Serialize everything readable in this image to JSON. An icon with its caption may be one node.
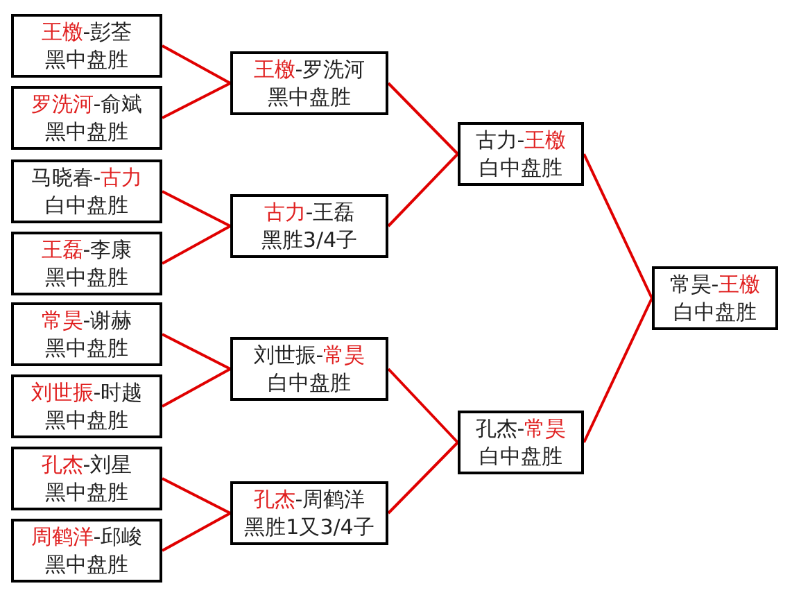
{
  "diagram": {
    "nodes": [
      {
        "text": [
          "**王檄**-彭荃",
          "黑中盘胜"
        ]
      },
      {
        "text": [
          "**罗洗河**-俞斌",
          "黑中盘胜"
        ]
      },
      {
        "text": [
          "马晓春-**古力**",
          "白中盘胜"
        ]
      },
      {
        "text": [
          "**王磊**-李康",
          "黑中盘胜"
        ]
      },
      {
        "text": [
          "**常昊**-谢赫",
          "黑中盘胜"
        ]
      },
      {
        "text": [
          "**刘世振**-时越",
          "黑中盘胜"
        ]
      },
      {
        "text": [
          "**孔杰**-刘星",
          "黑中盘胜"
        ]
      },
      {
        "text": [
          "**周鹤洋**-邱峻",
          "黑中盘胜"
        ]
      },
      {
        "text": [
          "**王檄**-罗洗河",
          "黑中盘胜"
        ]
      },
      {
        "text": [
          "**古力**-王磊",
          "黑胜3/4子"
        ]
      },
      {
        "text": [
          "刘世振-**常昊**",
          "白中盘胜"
        ]
      },
      {
        "text": [
          "**孔杰**-周鹤洋",
          "黑胜1又3/4子"
        ]
      },
      {
        "text": [
          "古力-**王檄**",
          "白中盘胜"
        ]
      },
      {
        "text": [
          "孔杰-**常昊**",
          "白中盘胜"
        ]
      },
      {
        "text": [
          "常昊-**王檄**",
          "白中盘胜"
        ]
      }
    ],
    "edges": [
      {
        "from": 0,
        "to": 8,
        "arrow": "none"
      },
      {
        "from": 1,
        "to": 8,
        "arrow": "none"
      },
      {
        "from": 2,
        "to": 9,
        "arrow": "none"
      },
      {
        "from": 3,
        "to": 9,
        "arrow": "none"
      },
      {
        "from": 4,
        "to": 10,
        "arrow": "none"
      },
      {
        "from": 5,
        "to": 10,
        "arrow": "none"
      },
      {
        "from": 6,
        "to": 11,
        "arrow": "none"
      },
      {
        "from": 7,
        "to": 11,
        "arrow": "none"
      },
      {
        "from": 8,
        "to": 12,
        "arrow": "none"
      },
      {
        "from": 9,
        "to": 12,
        "arrow": "none"
      },
      {
        "from": 10,
        "to": 13,
        "arrow": "none"
      },
      {
        "from": 11,
        "to": 13,
        "arrow": "none"
      },
      {
        "from": 12,
        "to": 14,
        "arrow": "none"
      },
      {
        "from": 13,
        "to": 14,
        "arrow": "none"
      }
    ]
  }
}
